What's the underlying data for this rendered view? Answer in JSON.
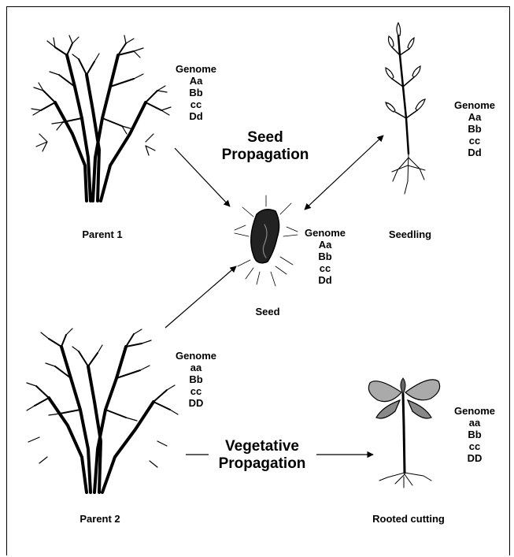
{
  "nodes": {
    "parent1": {
      "label": "Parent 1",
      "genome_title": "Genome",
      "alleles": [
        "Aa",
        "Bb",
        "cc",
        "Dd"
      ]
    },
    "seed": {
      "label": "Seed",
      "genome_title": "Genome",
      "alleles": [
        "Aa",
        "Bb",
        "cc",
        "Dd"
      ]
    },
    "seedling": {
      "label": "Seedling",
      "genome_title": "Genome",
      "alleles": [
        "Aa",
        "Bb",
        "cc",
        "Dd"
      ]
    },
    "parent2": {
      "label": "Parent 2",
      "genome_title": "Genome",
      "alleles": [
        "aa",
        "Bb",
        "cc",
        "DD"
      ]
    },
    "cutting": {
      "label": "Rooted cutting",
      "genome_title": "Genome",
      "alleles": [
        "aa",
        "Bb",
        "cc",
        "DD"
      ]
    }
  },
  "titles": {
    "seed_prop": [
      "Seed",
      "Propagation"
    ],
    "veg_prop": [
      "Vegetative",
      "Propagation"
    ]
  }
}
